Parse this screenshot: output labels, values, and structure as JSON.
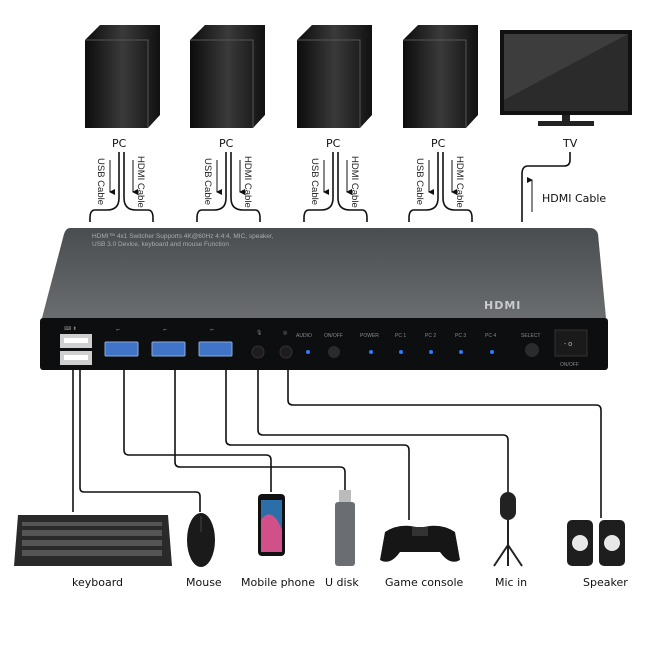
{
  "sources": {
    "pc_label": "PC",
    "usb_cable": "USB Cable",
    "hdmi_cable": "HDMI Cable",
    "pcs": [
      "PC",
      "PC",
      "PC",
      "PC"
    ]
  },
  "display": {
    "label": "TV",
    "cable": "HDMI Cable"
  },
  "device": {
    "title_line1": "HDMI™ 4x1 Switcher Supports 4K@60Hz 4:4:4, MIC, speaker,",
    "title_line2": "USB 3.0 Device, keyboard and mouse Function",
    "logo": "HDMI",
    "panel_labels": [
      "AUDIO",
      "ON/OFF",
      "POWER",
      "PC 1",
      "PC 2",
      "PC 3",
      "PC 4",
      "SELECT"
    ],
    "switch_label": "ON/OFF",
    "led_color": "#2f7bff",
    "usb_port_color": "#3f74c8"
  },
  "peripherals": [
    "keyboard",
    "Mouse",
    "Mobile phone",
    "U disk",
    "Game console",
    "Mic in",
    "Speaker"
  ]
}
